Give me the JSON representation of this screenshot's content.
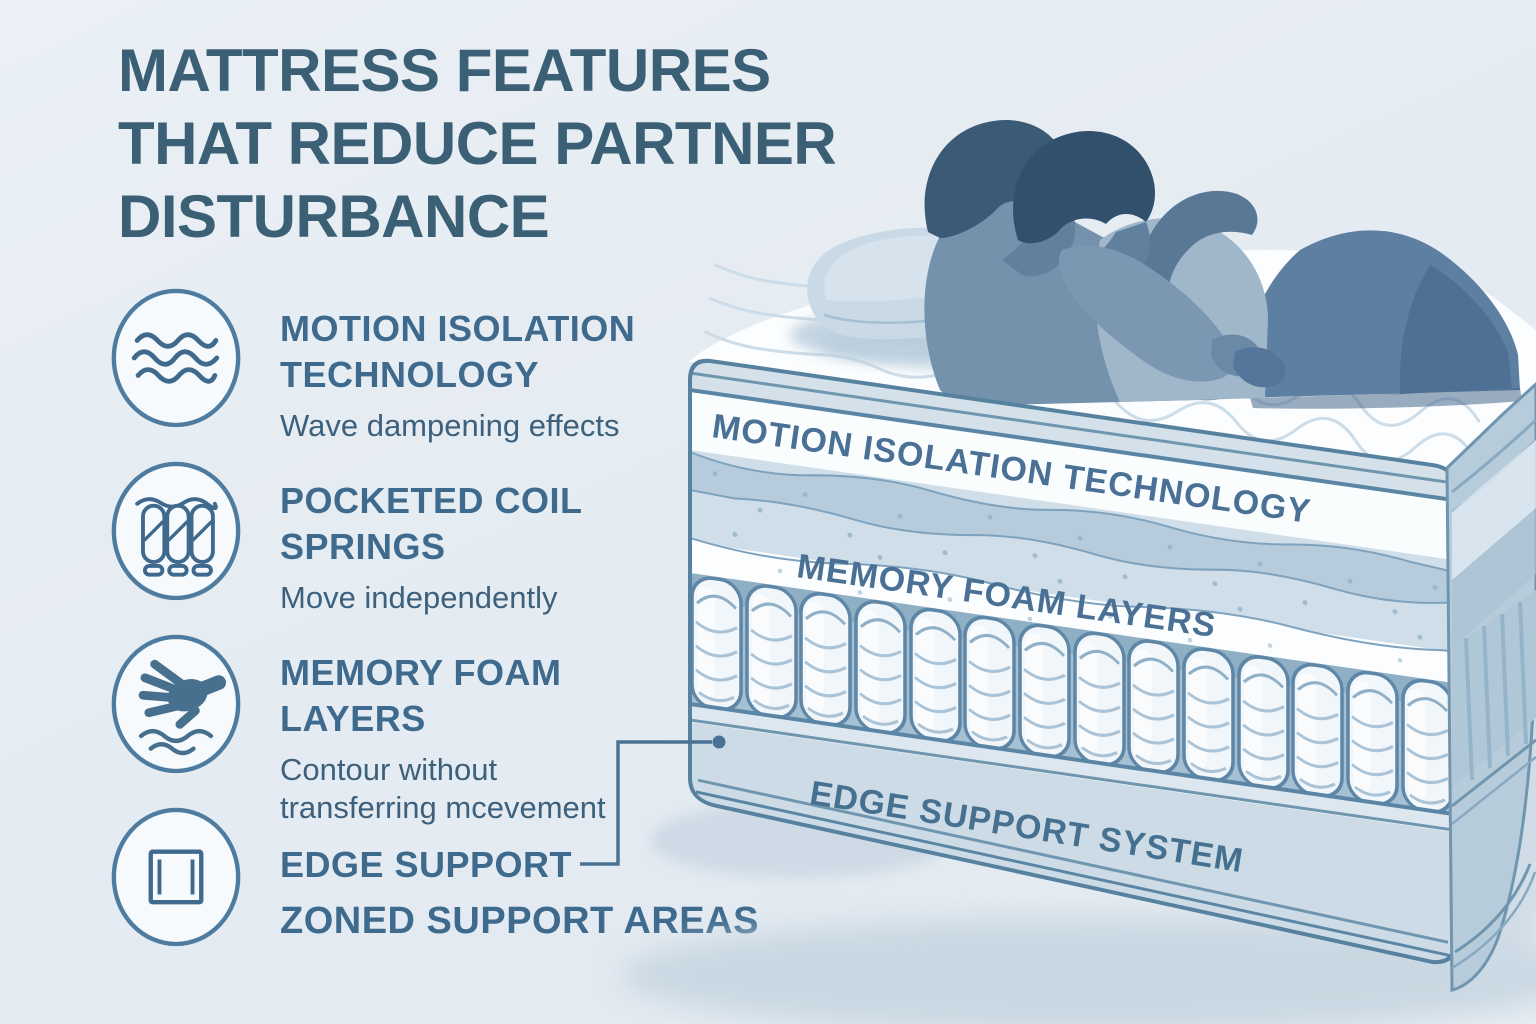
{
  "title": {
    "line1": "MATTRESS FEATURES",
    "line2": "THAT REDUCE PARTNER",
    "line3": "DISTURBANCE"
  },
  "features": [
    {
      "icon": "motion-isolation-waves-icon",
      "heading_line1": "MOTION ISOLATION",
      "heading_line2": "TECHNOLOGY",
      "subtitle_line1": "Wave dampening effects"
    },
    {
      "icon": "pocketed-coil-springs-icon",
      "heading_line1": "POCKETED COIL",
      "heading_line2": "SPRINGS",
      "subtitle_line1": "Move independently"
    },
    {
      "icon": "memory-foam-hand-icon",
      "heading_line1": "MEMORY FOAM",
      "heading_line2": "LAYERS",
      "subtitle_line1": "Contour without",
      "subtitle_line2": "transferring mcevement"
    },
    {
      "icon": "edge-support-square-icon",
      "heading_line1": "EDGE SUPPORT",
      "heading_line2": "ZONED SUPPORT AREAS"
    }
  ],
  "mattress_labels": {
    "layer1": "MOTION ISOLATION TECHNOLOGY",
    "layer2": "MEMORY FOAM LAYERS",
    "layer3": "EDGE SUPPORT SYSTEM"
  },
  "colors": {
    "background": "#e5ecf2",
    "title_text": "#3b6076",
    "heading_text": "#3e6a8e",
    "subtitle_text": "#3d617c",
    "icon_stroke": "#4e7ca0",
    "mattress_label_text": "#4a7195",
    "mattress_outline": "#56819f",
    "mattress_white": "#fafdfe",
    "foam_band_blue": "#b6ccdc",
    "base_band": "#ccdbe6",
    "side_face": "#b7ccdb",
    "leader_line": "#4a7294",
    "skin_blue": "#7592ad",
    "hair_dark": "#3b5a76"
  }
}
